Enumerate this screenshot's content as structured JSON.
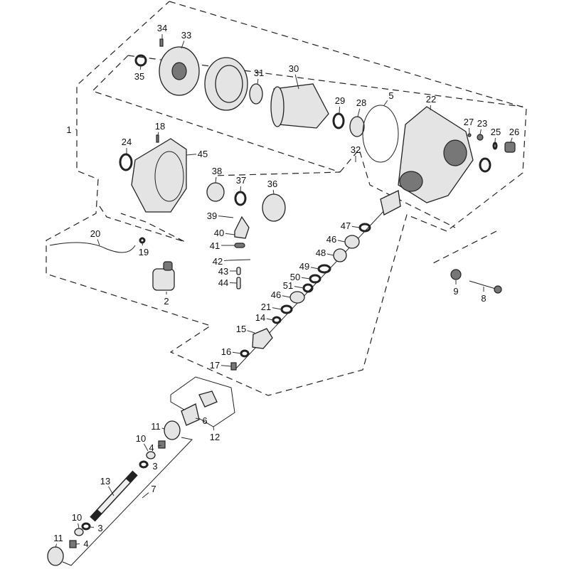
{
  "diagram": {
    "type": "exploded-parts-diagram",
    "callouts": [
      "34",
      "33",
      "35",
      "31",
      "30",
      "29",
      "28",
      "5",
      "22",
      "27",
      "23",
      "25",
      "26",
      "1",
      "18",
      "24",
      "45",
      "32",
      "38",
      "37",
      "36",
      "39",
      "40",
      "41",
      "20",
      "19",
      "42",
      "43",
      "44",
      "47",
      "46",
      "48",
      "49",
      "50",
      "51",
      "46",
      "21",
      "14",
      "15",
      "16",
      "17",
      "2",
      "9",
      "8",
      "11",
      "6",
      "12",
      "10",
      "4",
      "3",
      "13",
      "7",
      "10",
      "3",
      "11",
      "4"
    ]
  }
}
